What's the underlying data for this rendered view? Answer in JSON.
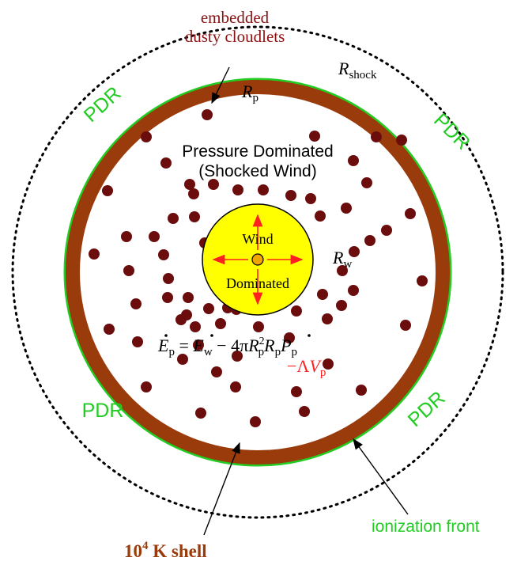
{
  "labels": {
    "cloudlets_line1": "embedded",
    "cloudlets_line2": "dusty cloudlets",
    "r_shock_main": "R",
    "r_shock_sub": "shock",
    "r_p_main": "R",
    "r_p_sub": "p",
    "pdr_top_left": "PDR",
    "pdr_top_right": "PDR",
    "pdr_bottom_left": "PDR",
    "pdr_bottom_right": "PDR",
    "pressure_line1": "Pressure Dominated",
    "pressure_line2": "(Shocked Wind)",
    "wind_line1": "Wind",
    "wind_line2": "Dominated",
    "r_w_main": "R",
    "r_w_sub": "w",
    "ionization_front": "ionization front",
    "shell_exp": "4",
    "shell_rest": " K shell",
    "shell_base": "10"
  },
  "equation": {
    "lhs_E": "E",
    "lhs_sub": "p",
    "eq": " = ",
    "Ew": "E",
    "Ew_sub": "w",
    "minus": " − 4π",
    "R": "R",
    "R_sub": "p",
    "R_sup": "2",
    "Rdot": "R",
    "Rdot_sub": "p",
    "P": "P",
    "P_sub": "p",
    "line2_pre": "−Λ",
    "line2_V": "V",
    "line2_sub": "p"
  },
  "colors": {
    "shell": "#9a3b0c",
    "ionization": "#22cc22",
    "pdr": "#22cc22",
    "cloudlet": "#6b0d0d",
    "wind_fill": "#ffff00",
    "arrow_red": "#ff2020",
    "loss_term": "#ff2020",
    "cloudlets_label": "#8b1010",
    "shell_label": "#9a3b0c"
  }
}
